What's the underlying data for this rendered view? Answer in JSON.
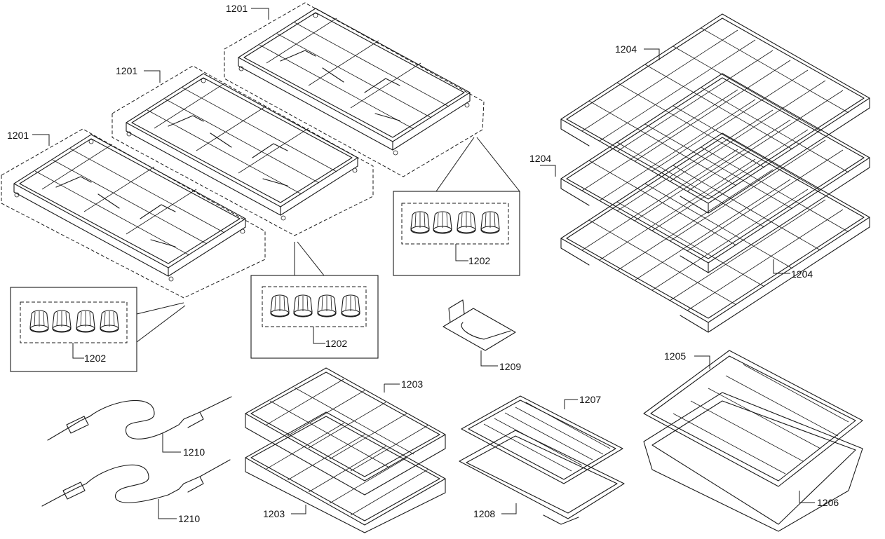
{
  "labels": {
    "grate_top": "1201",
    "grate_mid": "1201",
    "grate_left": "1201",
    "feet_right": "1202",
    "feet_middle": "1202",
    "feet_left": "1202",
    "rack_top": "1204",
    "rack_mid": "1204",
    "rack_bottom": "1204",
    "telescopic_rack_top": "1203",
    "telescopic_rack_bottom": "1203",
    "bracket": "1209",
    "broil_pan_large": "1205",
    "broil_pan_large_base": "1206",
    "broil_pan_small": "1207",
    "broil_pan_small_base": "1208",
    "meat_probe_top": "1210",
    "meat_probe_bottom": "1210"
  }
}
